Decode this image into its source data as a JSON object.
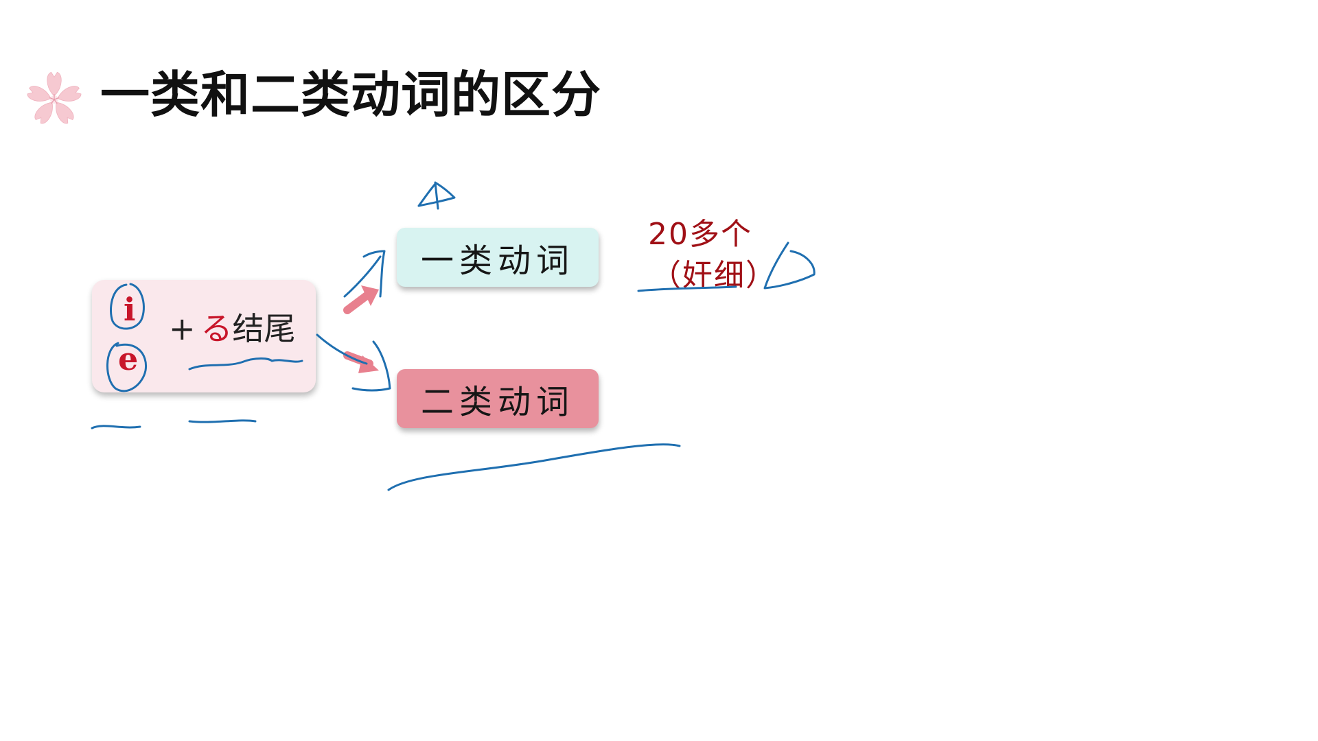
{
  "title": "一类和二类动词的区分",
  "rule_box": {
    "vowel_i": "i",
    "vowel_e": "e",
    "plus": "+",
    "ru": "る",
    "ending": "结尾"
  },
  "verb_types": {
    "type1": "一类动词",
    "type2": "二类动词"
  },
  "annotation": {
    "count": "20多个",
    "note": "（奸细）"
  },
  "colors": {
    "accent_red": "#c8162a",
    "annotation_red": "#a01016",
    "type1_bg": "#d8f3f1",
    "type2_bg": "#e8919d",
    "rule_bg": "#fae8ec",
    "ink_blue": "#1f6fb0",
    "arrow_pink": "#e8808e"
  },
  "icons": {
    "title_icon": "sakura-flower-icon"
  }
}
